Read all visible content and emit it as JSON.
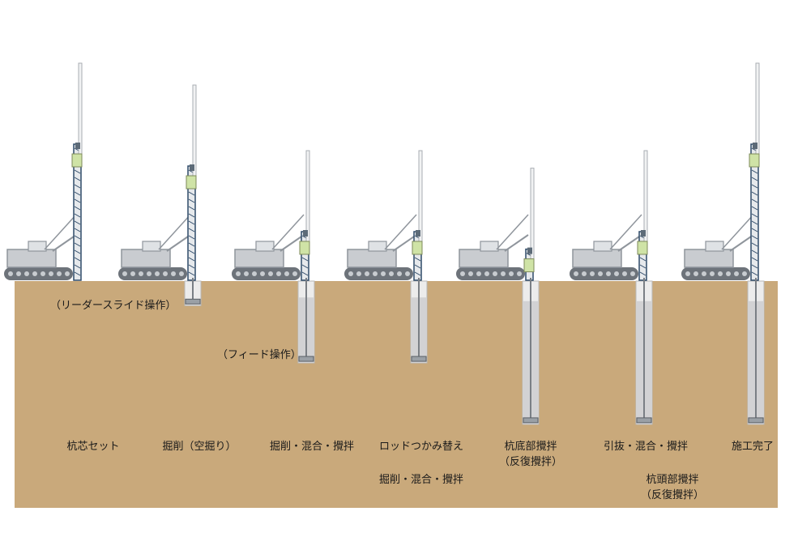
{
  "colors": {
    "ground": "#c9a97b",
    "hole": "#ececec",
    "column": "#d2d2d4",
    "machine": "#8f959c",
    "track": "#6d737a",
    "leader": "#2f4a68",
    "rod": "#a9aeb3",
    "accent": "#cfe3a6"
  },
  "notes": {
    "leader_slide": "（リーダースライド操作）",
    "feed": "（フィード操作）"
  },
  "steps": [
    {
      "label": "杭芯セット",
      "rig": {
        "top_offset": 0.0
      },
      "hole": null
    },
    {
      "label": "掘削（空掘り）",
      "rig": {
        "top_offset": 0.1
      },
      "hole": {
        "depth": 0.12,
        "column_fill": 0.0
      }
    },
    {
      "label": "掘削・混合・攪拌",
      "rig": {
        "top_offset": 0.4
      },
      "hole": {
        "depth": 0.4,
        "column_fill": 0.8
      }
    },
    {
      "label": "ロッドつかみ替え",
      "extra": "掘削・混合・攪拌",
      "rig": {
        "top_offset": 0.4
      },
      "hole": {
        "depth": 0.4,
        "column_fill": 0.8
      }
    },
    {
      "label": "杭底部攪拌",
      "extra": "（反復攪拌）",
      "rig": {
        "top_offset": 0.48
      },
      "hole": {
        "depth": 0.7,
        "column_fill": 0.86
      }
    },
    {
      "label": "引抜・混合・攪拌",
      "extra2_lines": [
        "杭頭部攪拌",
        "（反復攪拌）"
      ],
      "rig": {
        "top_offset": 0.4
      },
      "hole": {
        "depth": 0.7,
        "column_fill": 0.86
      }
    },
    {
      "label": "施工完了",
      "rig": {
        "top_offset": 0.0
      },
      "hole": {
        "depth": 0.7,
        "column_fill": 0.86
      }
    }
  ]
}
